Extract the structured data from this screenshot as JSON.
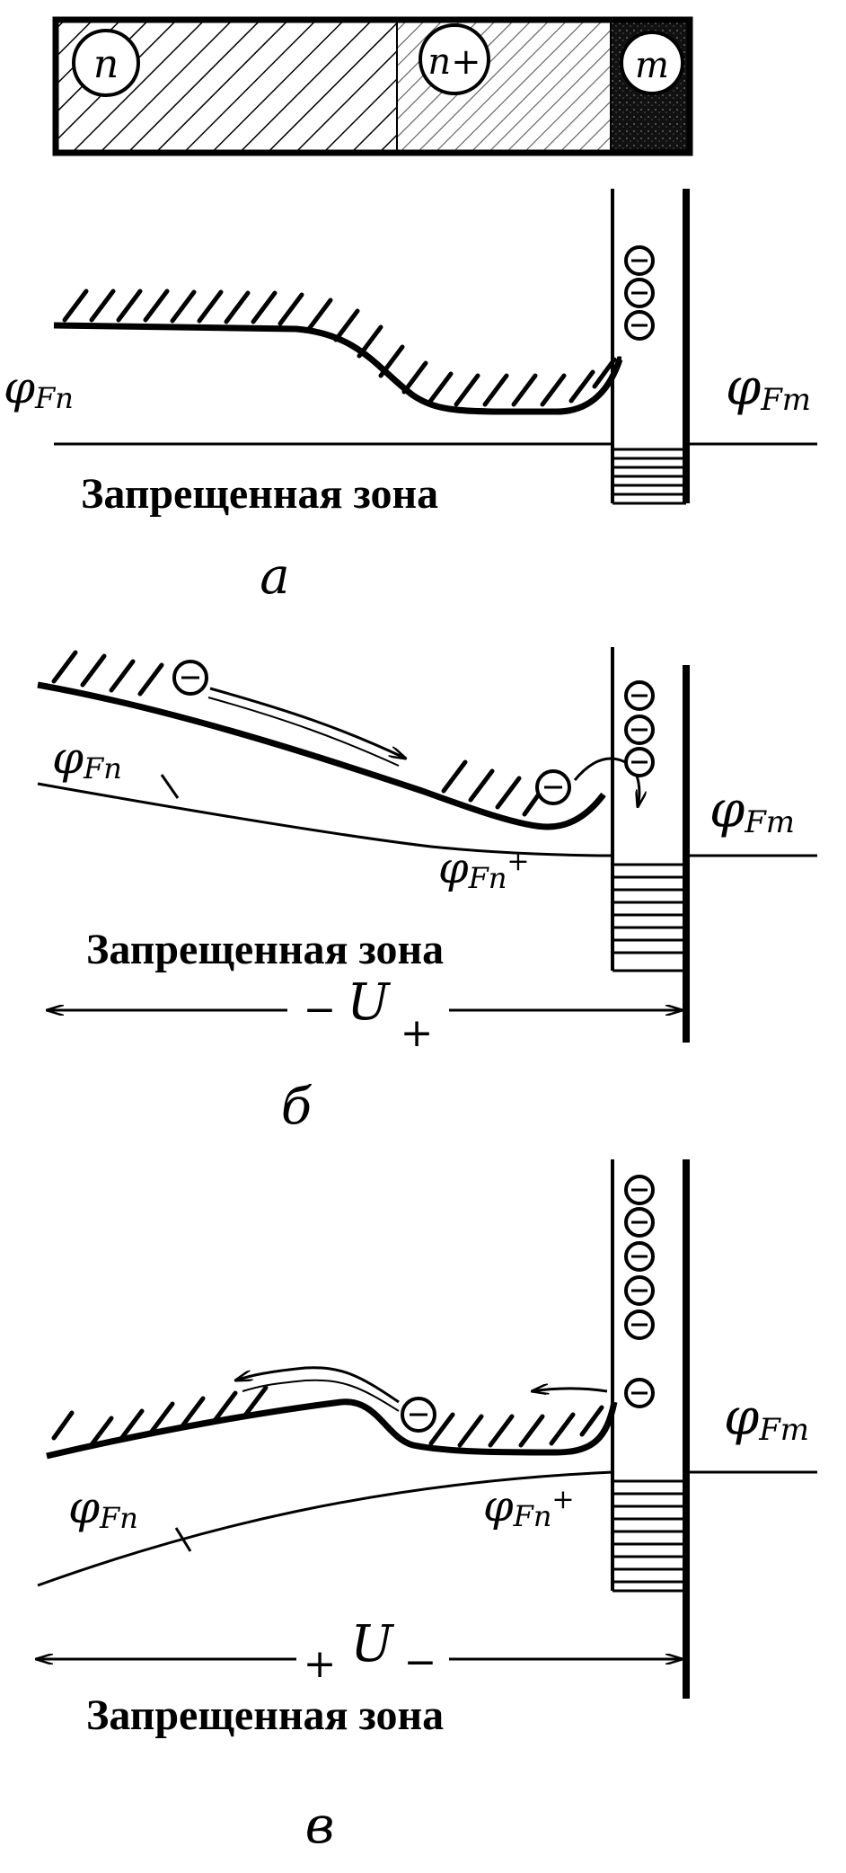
{
  "structure": {
    "regions": [
      "n",
      "n+",
      "m"
    ]
  },
  "labels": {
    "phi": "φ",
    "fn_sub": "Fn",
    "fm_sub": "Fm",
    "fnplus_sub": "Fn",
    "plus": "+",
    "minus": "−",
    "electron": "−",
    "u": "U",
    "forbidden_zone": "Запрещенная зона"
  },
  "panels": [
    {
      "id": "a",
      "letter": "а"
    },
    {
      "id": "b",
      "letter": "б",
      "bias_left_sign": "−",
      "bias_right_sign": "+"
    },
    {
      "id": "c",
      "letter": "в",
      "bias_left_sign": "+",
      "bias_right_sign": "−"
    }
  ],
  "colors": {
    "ink": "#000000",
    "paper": "#ffffff"
  }
}
